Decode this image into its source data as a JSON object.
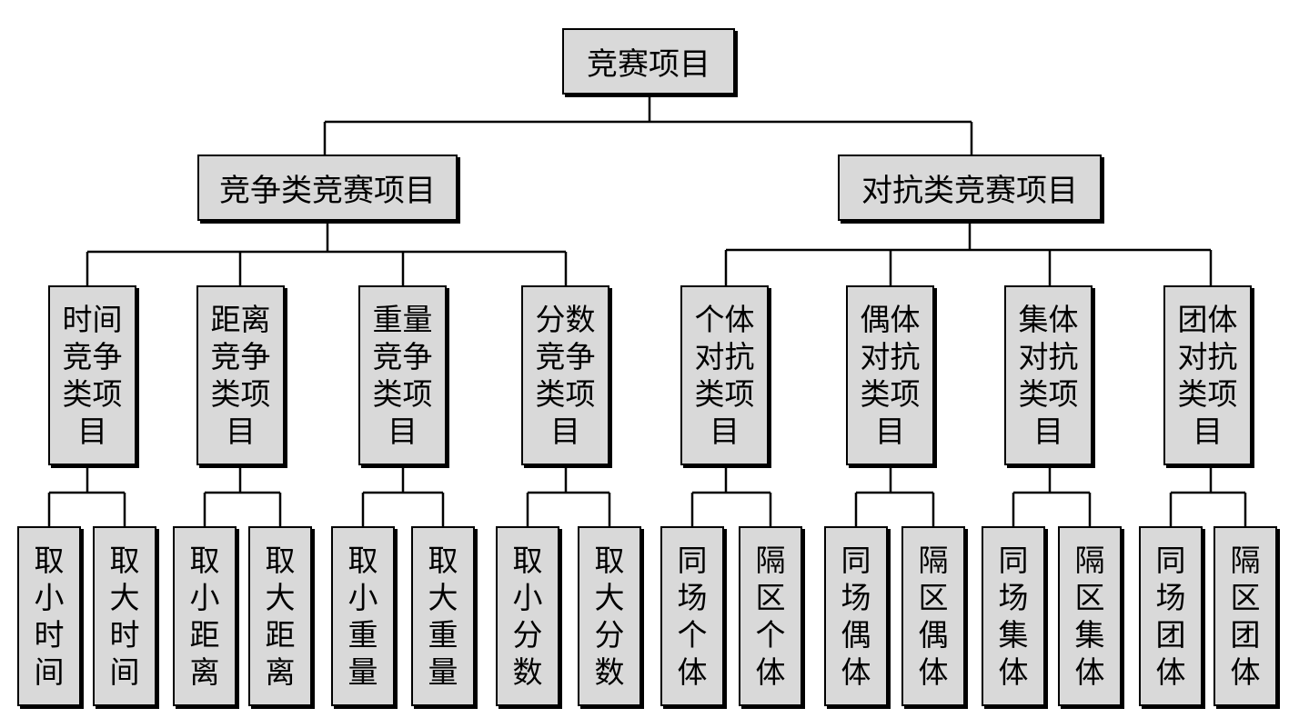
{
  "root": "竞赛项目",
  "branches": [
    {
      "label": "竞争类竞赛项目",
      "groups": [
        {
          "label": "时间竞争类项目",
          "leaves": [
            "取小时间",
            "取大时间"
          ]
        },
        {
          "label": "距离竞争类项目",
          "leaves": [
            "取小距离",
            "取大距离"
          ]
        },
        {
          "label": "重量竞争类项目",
          "leaves": [
            "取小重量",
            "取大重量"
          ]
        },
        {
          "label": "分数竞争类项目",
          "leaves": [
            "取小分数",
            "取大分数"
          ]
        }
      ]
    },
    {
      "label": "对抗类竞赛项目",
      "groups": [
        {
          "label": "个体对抗类项目",
          "leaves": [
            "同场个体",
            "隔区个体"
          ]
        },
        {
          "label": "偶体对抗类项目",
          "leaves": [
            "同场偶体",
            "隔区偶体"
          ]
        },
        {
          "label": "集体对抗类项目",
          "leaves": [
            "同场集体",
            "隔区集体"
          ]
        },
        {
          "label": "团体对抗类项目",
          "leaves": [
            "同场团体",
            "隔区团体"
          ]
        }
      ]
    }
  ],
  "colors": {
    "box_fill": "#d9d9d9",
    "stroke": "#000000"
  }
}
